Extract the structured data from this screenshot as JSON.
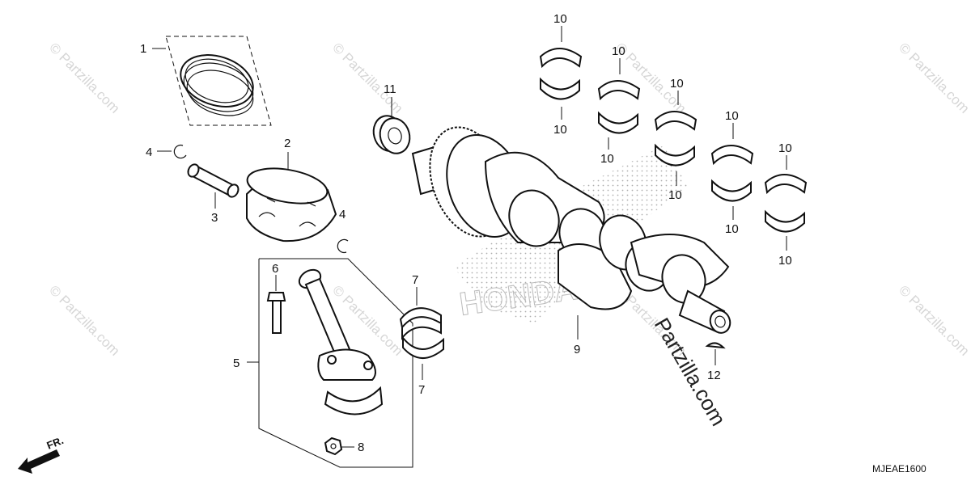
{
  "watermark": {
    "text": "© Partzilla.com",
    "overlay_text": "Partzilla.com",
    "brand_text": "HONDA"
  },
  "callouts": {
    "piston_rings": "1",
    "piston": "2",
    "piston_pin": "3",
    "pin_clip_left": "4",
    "pin_clip_right": "4",
    "connecting_rod": "5",
    "rod_bolt": "6",
    "rod_bearing_upper": "7",
    "rod_bearing_lower": "7",
    "rod_nut": "8",
    "crankshaft": "9",
    "main_bearing_1_upper": "10",
    "main_bearing_1_lower": "10",
    "main_bearing_2_upper": "10",
    "main_bearing_2_lower": "10",
    "main_bearing_3_upper": "10",
    "main_bearing_3_lower": "10",
    "main_bearing_4_upper": "10",
    "main_bearing_4_lower": "10",
    "main_bearing_5_upper": "10",
    "main_bearing_5_lower": "10",
    "timing_sprocket": "11",
    "woodruff_key": "12"
  },
  "diagram_code": "MJEAE1600",
  "front_indicator": "FR."
}
